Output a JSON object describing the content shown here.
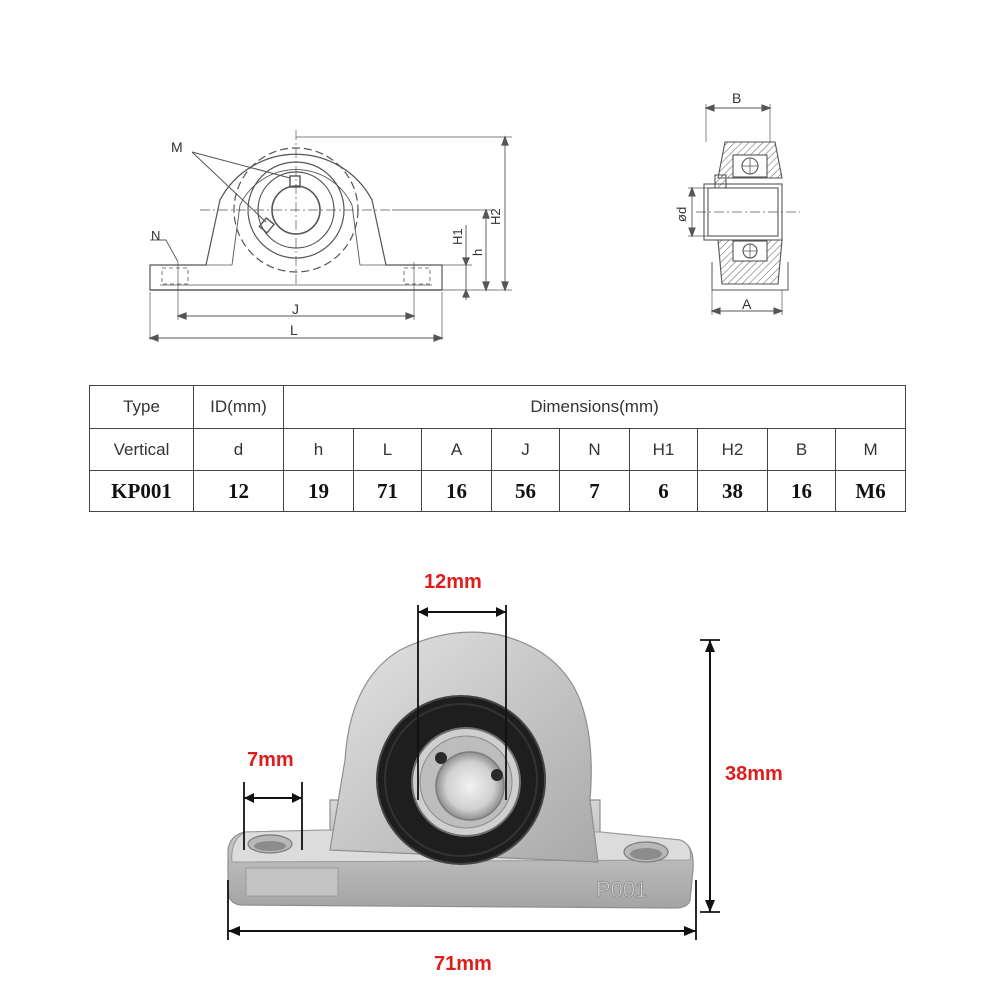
{
  "drawing": {
    "label_M": "M",
    "label_N": "N",
    "label_J": "J",
    "label_L": "L",
    "label_H1": "H1",
    "label_h": "h",
    "label_H2": "H2",
    "label_B": "B",
    "label_A": "A",
    "label_d": "ød"
  },
  "table": {
    "head_type": "Type",
    "head_id": "ID(mm)",
    "head_dimensions": "Dimensions(mm)",
    "sub_type": "Vertical",
    "sub_id": "d",
    "dim_labels": [
      "h",
      "L",
      "A",
      "J",
      "N",
      "H1",
      "H2",
      "B",
      "M"
    ],
    "model": "KP001",
    "id_value": "12",
    "dim_values": [
      "19",
      "71",
      "16",
      "56",
      "7",
      "6",
      "38",
      "16",
      "M6"
    ]
  },
  "photo": {
    "bore_dim": "12mm",
    "slot_dim": "7mm",
    "height_dim": "38mm",
    "length_dim": "71mm",
    "casting_mark": "P001"
  },
  "colors": {
    "dimension_text": "#e01c1c",
    "housing": "#c9c9c9",
    "seal": "#1e1e1e"
  }
}
